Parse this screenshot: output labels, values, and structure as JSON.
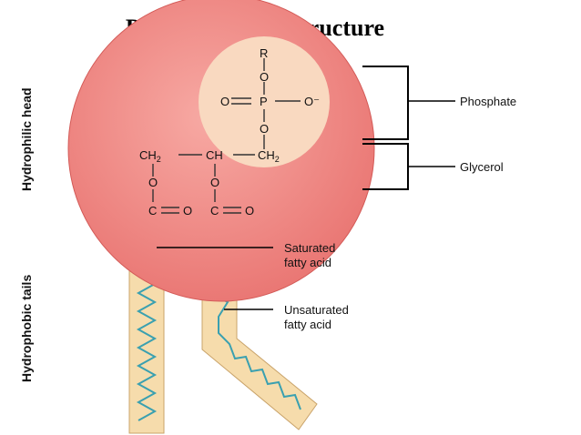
{
  "title": "Phospholipids - Structure",
  "side_labels": {
    "head": "Hydrophilic head",
    "tails": "Hydrophobic tails"
  },
  "callouts": {
    "phosphate": "Phosphate",
    "glycerol": "Glycerol",
    "saturated_line1": "Saturated",
    "saturated_line2": "fatty acid",
    "unsaturated_line1": "Unsaturated",
    "unsaturated_line2": "fatty acid"
  },
  "chem": {
    "r": "R",
    "o": "O",
    "p": "P",
    "o_minus": "O⁻",
    "ch": "CH",
    "c": "C",
    "sub2": "2"
  },
  "colors": {
    "head_fill": "#ef8582",
    "phosphate_circle": "#f9d9c0",
    "tail_fill": "#f6dcac",
    "tail_zigzag": "#3aa0b0",
    "bond": "#333333"
  }
}
